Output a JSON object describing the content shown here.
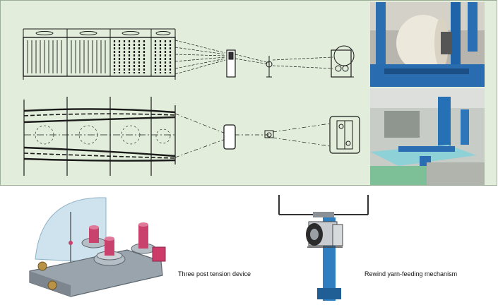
{
  "captions": {
    "left": "Three post tension device",
    "right": "Rewind yarn-feeding mechanism"
  },
  "colors": {
    "panel_bg": "#e2eedb",
    "machine_blue": "#1f6fb4",
    "tension_device_steel": "#9aa4ad",
    "tension_post": "#c9426e",
    "feed_post_blue": "#2f7fc0"
  },
  "icons": {
    "creel_plan_view": "creel-plan-drawing",
    "creel_side_view": "creel-side-drawing",
    "tension_device": "three-post-tension-device",
    "feeding_mechanism": "rewind-yarn-feeding-mechanism"
  }
}
